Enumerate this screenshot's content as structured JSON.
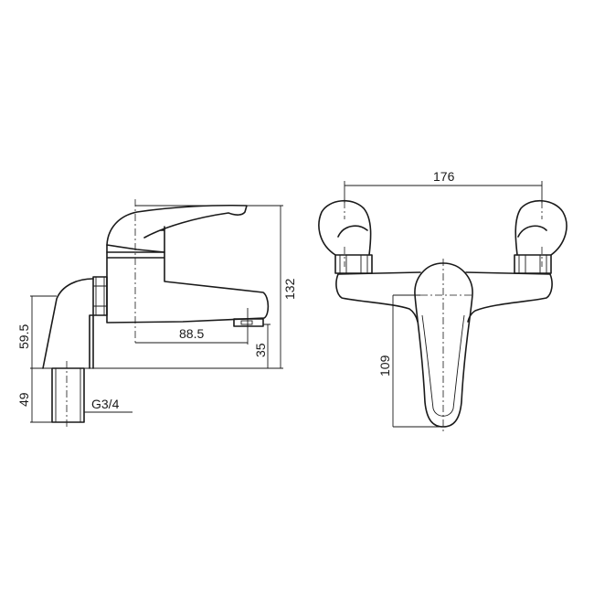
{
  "side_view": {
    "dim_height_total": "132",
    "dim_body_height": "59.5",
    "dim_spout_reach": "88.5",
    "dim_spout_height": "35",
    "dim_inlet_length": "49",
    "thread_label": "G3/4"
  },
  "front_view": {
    "dim_centres": "176",
    "dim_lever_length": "109"
  },
  "colors": {
    "line": "#1a1a1a",
    "background": "#ffffff"
  }
}
